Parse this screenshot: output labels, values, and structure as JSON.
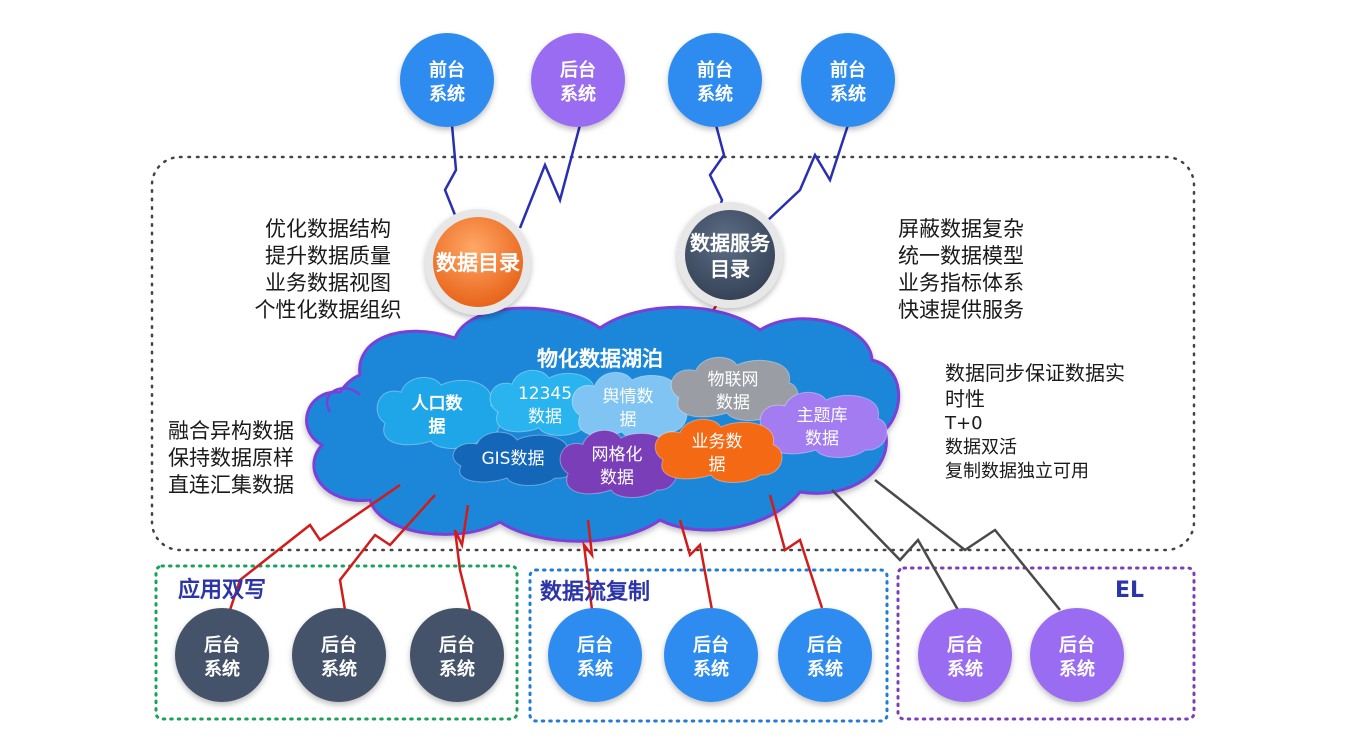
{
  "top_systems": [
    {
      "line1": "前台",
      "line2": "系统",
      "color": "#2f8cf0"
    },
    {
      "line1": "后台",
      "line2": "系统",
      "color": "#9a6cf2"
    },
    {
      "line1": "前台",
      "line2": "系统",
      "color": "#2f8cf0"
    },
    {
      "line1": "前台",
      "line2": "系统",
      "color": "#2f8cf0"
    }
  ],
  "catalog": {
    "label": "数据目录",
    "color": "#f07a2b"
  },
  "service_catalog": {
    "line1": "数据服务",
    "line2": "目录",
    "color": "#44536a"
  },
  "left_top_text": [
    "优化数据结构",
    "提升数据质量",
    "业务数据视图",
    "个性化数据组织"
  ],
  "right_top_text": [
    "屏蔽数据复杂",
    "统一数据模型",
    "业务指标体系",
    "快速提供服务"
  ],
  "left_mid_text": [
    "融合异构数据",
    "保持数据原样",
    "直连汇集数据"
  ],
  "sync_text": {
    "line1": "数据同步保证数据实",
    "line2": "时性",
    "line3": "T+0",
    "line4": "数据双活",
    "line5": "复制数据独立可用"
  },
  "lake": {
    "title": "物化数据湖泊",
    "color": "#1e87d8",
    "clouds": [
      {
        "line1": "人口数",
        "line2": "据",
        "color": "#1fa6e8"
      },
      {
        "line1": "12345",
        "line2": "数据",
        "color": "#29b4f0"
      },
      {
        "line1": "舆情数",
        "line2": "据",
        "color": "#7fc4f2"
      },
      {
        "line1": "物联网",
        "line2": "数据",
        "color": "#9a9ea4"
      },
      {
        "line1": "主题库",
        "line2": "数据",
        "color": "#a27cf0"
      },
      {
        "line1": "GIS数据",
        "line2": "",
        "color": "#1466b8"
      },
      {
        "line1": "网格化",
        "line2": "数据",
        "color": "#7a3fb8"
      },
      {
        "line1": "业务数",
        "line2": "据",
        "color": "#f46a14"
      }
    ]
  },
  "groups": [
    {
      "label": "应用双写",
      "border": "#19a35a",
      "systems": [
        {
          "line1": "后台",
          "line2": "系统",
          "color": "#44536a"
        },
        {
          "line1": "后台",
          "line2": "系统",
          "color": "#44536a"
        },
        {
          "line1": "后台",
          "line2": "系统",
          "color": "#44536a"
        }
      ]
    },
    {
      "label": "数据流复制",
      "border": "#1f7bd6",
      "systems": [
        {
          "line1": "后台",
          "line2": "系统",
          "color": "#2f8cf0"
        },
        {
          "line1": "后台",
          "line2": "系统",
          "color": "#2f8cf0"
        },
        {
          "line1": "后台",
          "line2": "系统",
          "color": "#2f8cf0"
        }
      ]
    },
    {
      "label": "EL",
      "border": "#7a3fb8",
      "systems": [
        {
          "line1": "后台",
          "line2": "系统",
          "color": "#9a6cf2"
        },
        {
          "line1": "后台",
          "line2": "系统",
          "color": "#9a6cf2"
        }
      ]
    }
  ]
}
